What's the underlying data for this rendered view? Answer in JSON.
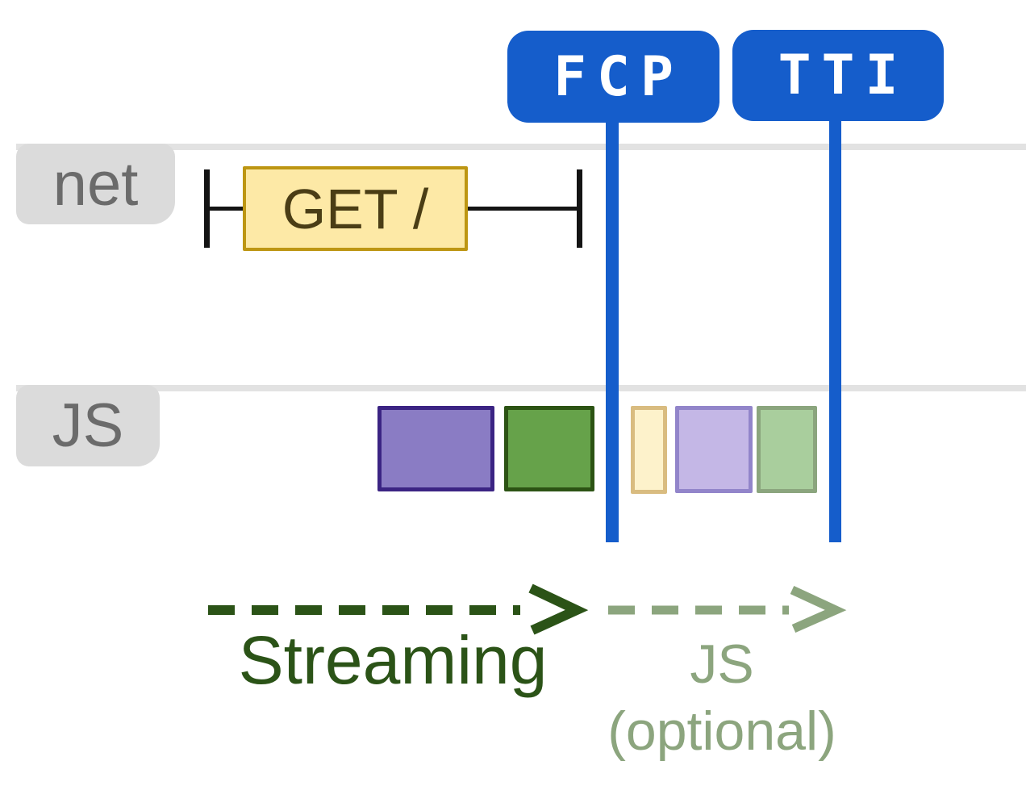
{
  "markers": {
    "fcp": {
      "label": "FCP"
    },
    "tti": {
      "label": "TTI"
    }
  },
  "tracks": {
    "net": {
      "label": "net"
    },
    "js": {
      "label": "JS"
    }
  },
  "network_request": {
    "label": "GET /"
  },
  "phases": {
    "streaming": {
      "label": "Streaming"
    },
    "js_optional": {
      "label_line1": "JS",
      "label_line2": "(optional)"
    }
  },
  "js_blocks": [
    {
      "name": "js-block-solid-purple",
      "style": "solid",
      "fill": "#8a7cc4",
      "border": "#3b2483"
    },
    {
      "name": "js-block-solid-green",
      "style": "solid",
      "fill": "#66a24a",
      "border": "#2c5314"
    },
    {
      "name": "js-block-optional-yellow",
      "style": "optional",
      "fill": "#fdf2cb",
      "border": "#d9bc80"
    },
    {
      "name": "js-block-optional-purple",
      "style": "optional",
      "fill": "#c4b7e6",
      "border": "#9285ca"
    },
    {
      "name": "js-block-optional-green",
      "style": "optional",
      "fill": "#a9ce9d",
      "border": "#8ba57e"
    }
  ],
  "colors": {
    "blue": "#155dcb",
    "green-dark": "#2b5317",
    "green-sage": "#8ca57e",
    "request-fill": "#fde9a6",
    "request-border": "#bd9613",
    "request-text": "#4a3d15",
    "label-bg": "#dbdbdb",
    "label-text": "#6b6b6b",
    "track-line": "#e2e2e2",
    "whisker": "#141414"
  }
}
